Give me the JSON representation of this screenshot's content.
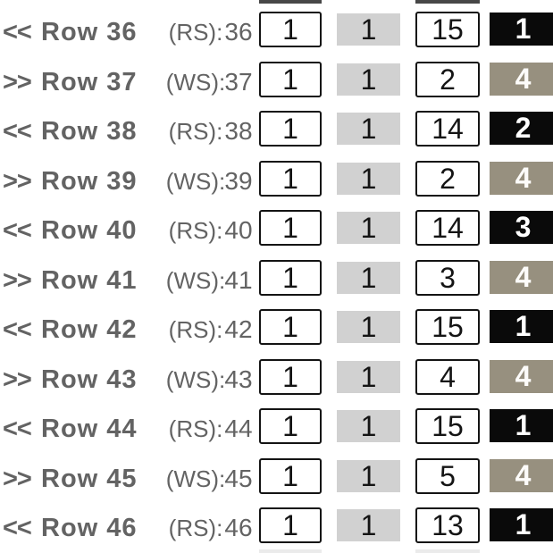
{
  "colors": {
    "label_gray": "#636363",
    "gray_cell_bg": "#d1d1d1",
    "dark_cell_bg": "#0a0a0a",
    "tan_cell_bg": "#97907f",
    "cell_border": "#141414"
  },
  "rows": [
    {
      "arrow": "<<",
      "label": "Row 36",
      "side": "(RS):",
      "row_number": "36",
      "cells": [
        {
          "value": "1",
          "variant": "outlined"
        },
        {
          "value": "1",
          "variant": "gray"
        },
        {
          "value": "15",
          "variant": "outlined"
        },
        {
          "value": "1",
          "variant": "dark"
        }
      ]
    },
    {
      "arrow": ">>",
      "label": "Row 37",
      "side": "(WS):",
      "row_number": "37",
      "cells": [
        {
          "value": "1",
          "variant": "outlined"
        },
        {
          "value": "1",
          "variant": "gray"
        },
        {
          "value": "2",
          "variant": "outlined"
        },
        {
          "value": "4",
          "variant": "tan"
        }
      ]
    },
    {
      "arrow": "<<",
      "label": "Row 38",
      "side": "(RS):",
      "row_number": "38",
      "cells": [
        {
          "value": "1",
          "variant": "outlined"
        },
        {
          "value": "1",
          "variant": "gray"
        },
        {
          "value": "14",
          "variant": "outlined"
        },
        {
          "value": "2",
          "variant": "dark"
        }
      ]
    },
    {
      "arrow": ">>",
      "label": "Row 39",
      "side": "(WS):",
      "row_number": "39",
      "cells": [
        {
          "value": "1",
          "variant": "outlined"
        },
        {
          "value": "1",
          "variant": "gray"
        },
        {
          "value": "2",
          "variant": "outlined"
        },
        {
          "value": "4",
          "variant": "tan"
        }
      ]
    },
    {
      "arrow": "<<",
      "label": "Row 40",
      "side": "(RS):",
      "row_number": "40",
      "cells": [
        {
          "value": "1",
          "variant": "outlined"
        },
        {
          "value": "1",
          "variant": "gray"
        },
        {
          "value": "14",
          "variant": "outlined"
        },
        {
          "value": "3",
          "variant": "dark"
        }
      ]
    },
    {
      "arrow": ">>",
      "label": "Row 41",
      "side": "(WS):",
      "row_number": "41",
      "cells": [
        {
          "value": "1",
          "variant": "outlined"
        },
        {
          "value": "1",
          "variant": "gray"
        },
        {
          "value": "3",
          "variant": "outlined"
        },
        {
          "value": "4",
          "variant": "tan"
        }
      ]
    },
    {
      "arrow": "<<",
      "label": "Row 42",
      "side": "(RS):",
      "row_number": "42",
      "cells": [
        {
          "value": "1",
          "variant": "outlined"
        },
        {
          "value": "1",
          "variant": "gray"
        },
        {
          "value": "15",
          "variant": "outlined"
        },
        {
          "value": "1",
          "variant": "dark"
        }
      ]
    },
    {
      "arrow": ">>",
      "label": "Row 43",
      "side": "(WS):",
      "row_number": "43",
      "cells": [
        {
          "value": "1",
          "variant": "outlined"
        },
        {
          "value": "1",
          "variant": "gray"
        },
        {
          "value": "4",
          "variant": "outlined"
        },
        {
          "value": "4",
          "variant": "tan"
        }
      ]
    },
    {
      "arrow": "<<",
      "label": "Row 44",
      "side": "(RS):",
      "row_number": "44",
      "cells": [
        {
          "value": "1",
          "variant": "outlined"
        },
        {
          "value": "1",
          "variant": "gray"
        },
        {
          "value": "15",
          "variant": "outlined"
        },
        {
          "value": "1",
          "variant": "dark"
        }
      ]
    },
    {
      "arrow": ">>",
      "label": "Row 45",
      "side": "(WS):",
      "row_number": "45",
      "cells": [
        {
          "value": "1",
          "variant": "outlined"
        },
        {
          "value": "1",
          "variant": "gray"
        },
        {
          "value": "5",
          "variant": "outlined"
        },
        {
          "value": "4",
          "variant": "tan"
        }
      ]
    },
    {
      "arrow": "<<",
      "label": "Row 46",
      "side": "(RS):",
      "row_number": "46",
      "cells": [
        {
          "value": "1",
          "variant": "outlined"
        },
        {
          "value": "1",
          "variant": "gray"
        },
        {
          "value": "13",
          "variant": "outlined"
        },
        {
          "value": "1",
          "variant": "dark"
        }
      ]
    }
  ]
}
